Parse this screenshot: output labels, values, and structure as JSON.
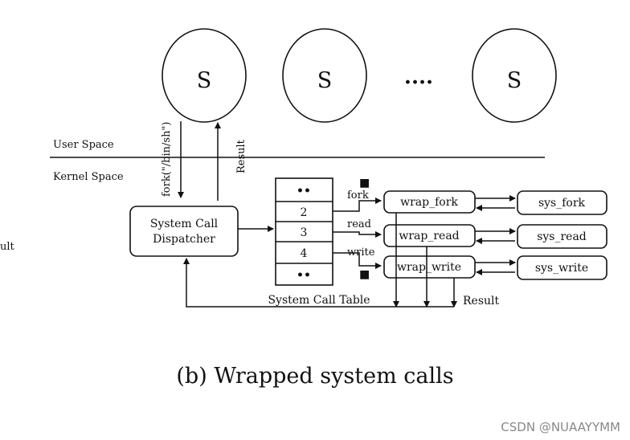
{
  "processes": {
    "symbol": "S",
    "ellipsis": "....",
    "count": 3
  },
  "spaces": {
    "user": "User Space",
    "kernel": "Kernel Space"
  },
  "edges": {
    "syscall": "fork(\"/bin/sh\")",
    "result_up": "Result",
    "result_left": "ult",
    "result_bottom": "Result"
  },
  "dispatcher": {
    "line1": "System Call",
    "line2": "Dispatcher"
  },
  "table": {
    "caption": "System Call Table",
    "cells": [
      "••",
      "2",
      "3",
      "4",
      "••"
    ]
  },
  "calls": [
    {
      "name": "fork",
      "wrapper": "wrap_fork",
      "sys": "sys_fork"
    },
    {
      "name": "read",
      "wrapper": "wrap_read",
      "sys": "sys_read"
    },
    {
      "name": "write",
      "wrapper": "wrap_write",
      "sys": "sys_write"
    }
  ],
  "caption": "(b) Wrapped system calls",
  "watermark": "CSDN @NUAAYYMM"
}
